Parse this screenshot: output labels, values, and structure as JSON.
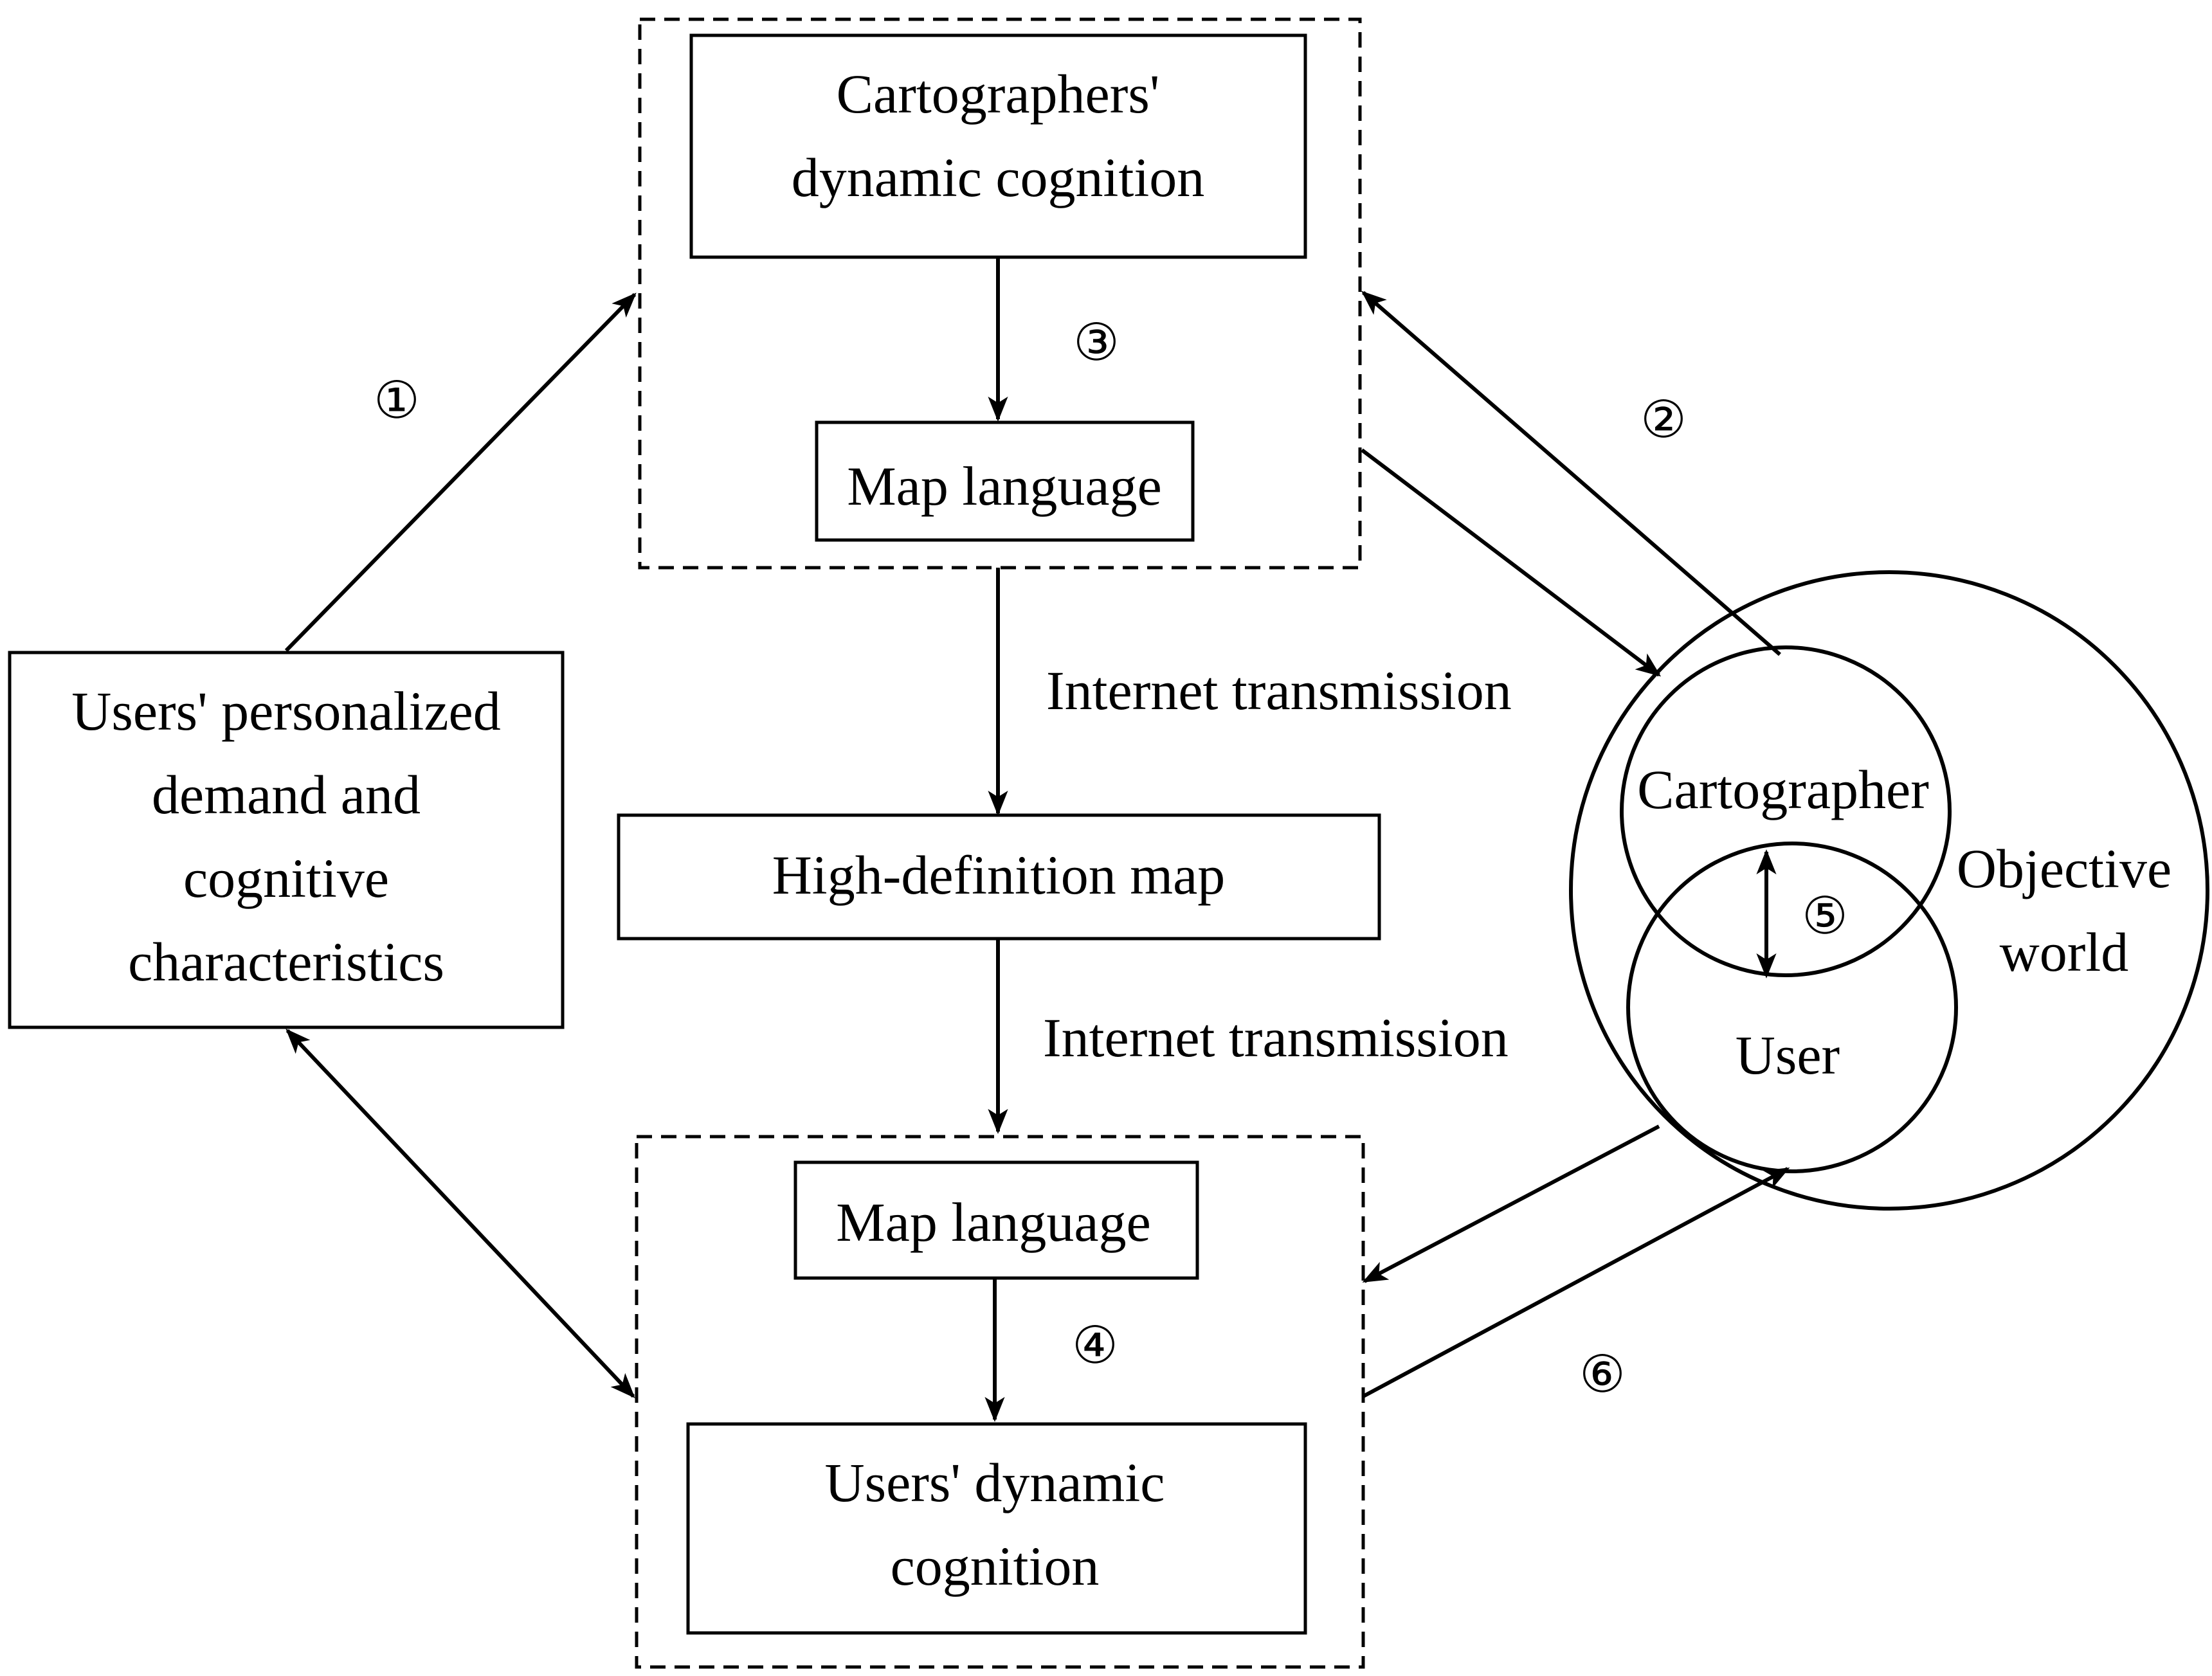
{
  "nodes": {
    "cartographers_cognition": [
      "Cartographers'",
      "dynamic cognition"
    ],
    "map_language_top": "Map language",
    "high_definition_map": "High-definition map",
    "map_language_bottom": "Map language",
    "users_dynamic_cognition": [
      "Users' dynamic",
      "cognition"
    ],
    "users_demand": [
      "Users' personalized",
      "demand and",
      "cognitive",
      "characteristics"
    ],
    "cartographer": "Cartographer",
    "user": "User",
    "objective_world": [
      "Objective",
      "world"
    ]
  },
  "edges": {
    "internet_transmission_1": "Internet transmission",
    "internet_transmission_2": "Internet transmission"
  },
  "markers": {
    "m1": "①",
    "m2": "②",
    "m3": "③",
    "m4": "④",
    "m5": "⑤",
    "m6": "⑥"
  }
}
